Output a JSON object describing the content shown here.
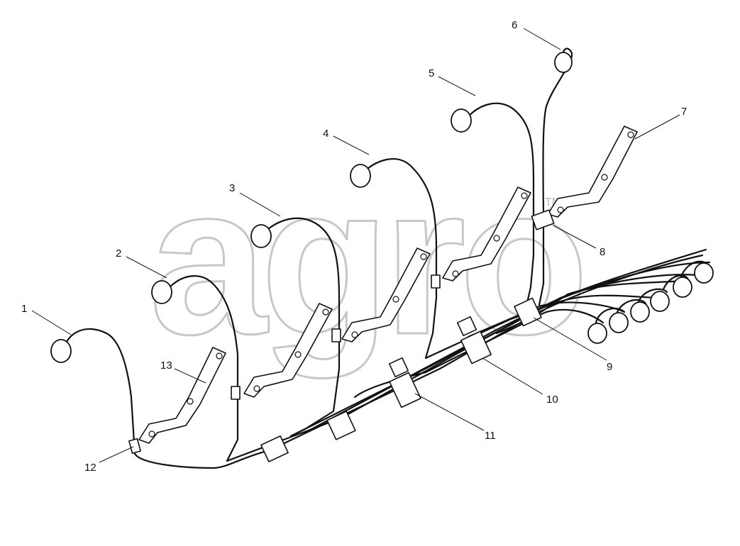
{
  "callouts": [
    {
      "id": "1",
      "label": "1"
    },
    {
      "id": "2",
      "label": "2"
    },
    {
      "id": "3",
      "label": "3"
    },
    {
      "id": "4",
      "label": "4"
    },
    {
      "id": "5",
      "label": "5"
    },
    {
      "id": "6",
      "label": "6"
    },
    {
      "id": "7",
      "label": "7"
    },
    {
      "id": "8",
      "label": "8"
    },
    {
      "id": "9",
      "label": "9"
    },
    {
      "id": "10",
      "label": "10"
    },
    {
      "id": "11",
      "label": "11"
    },
    {
      "id": "12",
      "label": "12"
    },
    {
      "id": "13",
      "label": "13"
    }
  ],
  "watermark": {
    "text": "agro",
    "tm": "TM"
  }
}
